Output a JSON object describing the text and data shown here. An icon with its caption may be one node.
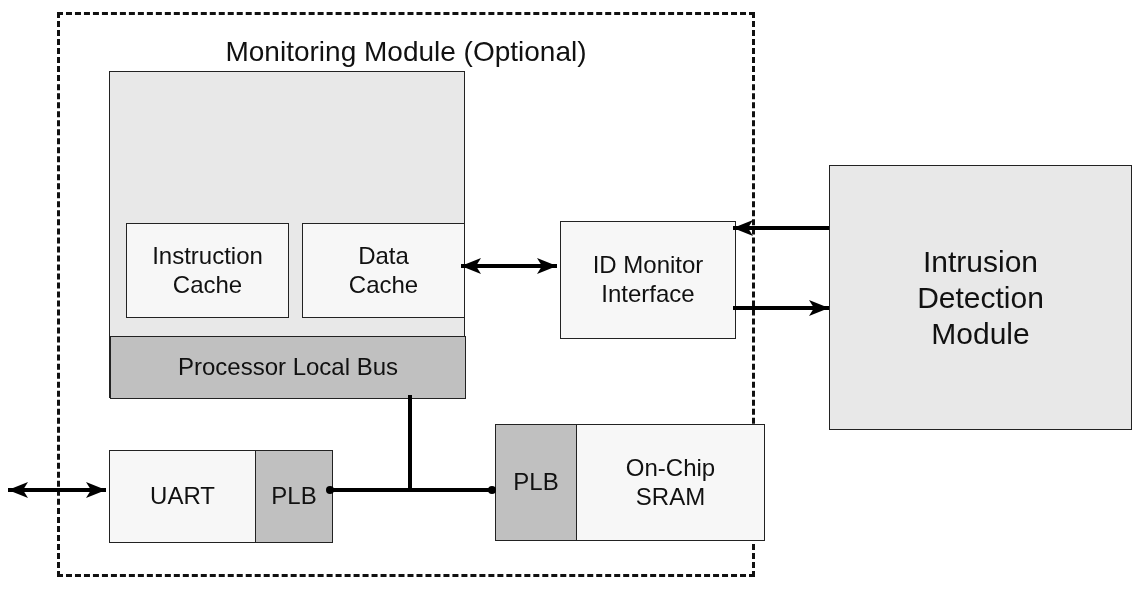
{
  "diagram": {
    "nodes": [
      {
        "text": [
          "Monitoring Module (Optional)"
        ]
      },
      {
        "text": [],
        "shape": "box",
        "in": 0
      },
      {
        "text": [
          "Instruction Cache"
        ],
        "in": 1
      },
      {
        "text": [
          "Data Cache"
        ],
        "in": 1
      },
      {
        "text": [
          "Processor Local Bus"
        ],
        "in": 1
      },
      {
        "text": [
          "ID Monitor Interface"
        ],
        "in": 0
      },
      {
        "text": [
          "Intrusion Detection Module"
        ]
      },
      {
        "text": [
          "UART"
        ],
        "in": 0
      },
      {
        "text": [
          "PLB"
        ],
        "in": 0
      },
      {
        "text": [
          "PLB"
        ],
        "in": 0
      },
      {
        "text": [
          "On-Chip SRAM"
        ],
        "in": 0
      }
    ],
    "edges": [
      {
        "from": 3,
        "to": 5,
        "arrow": "both"
      },
      {
        "from": 6,
        "to": 5,
        "arrow": "to"
      },
      {
        "from": 5,
        "to": 6,
        "arrow": "to"
      },
      {
        "from": null,
        "to": 7,
        "arrow": "both"
      },
      {
        "from": 4,
        "to": 8,
        "arrow": "other"
      },
      {
        "from": 4,
        "to": 9,
        "arrow": "other"
      }
    ]
  }
}
